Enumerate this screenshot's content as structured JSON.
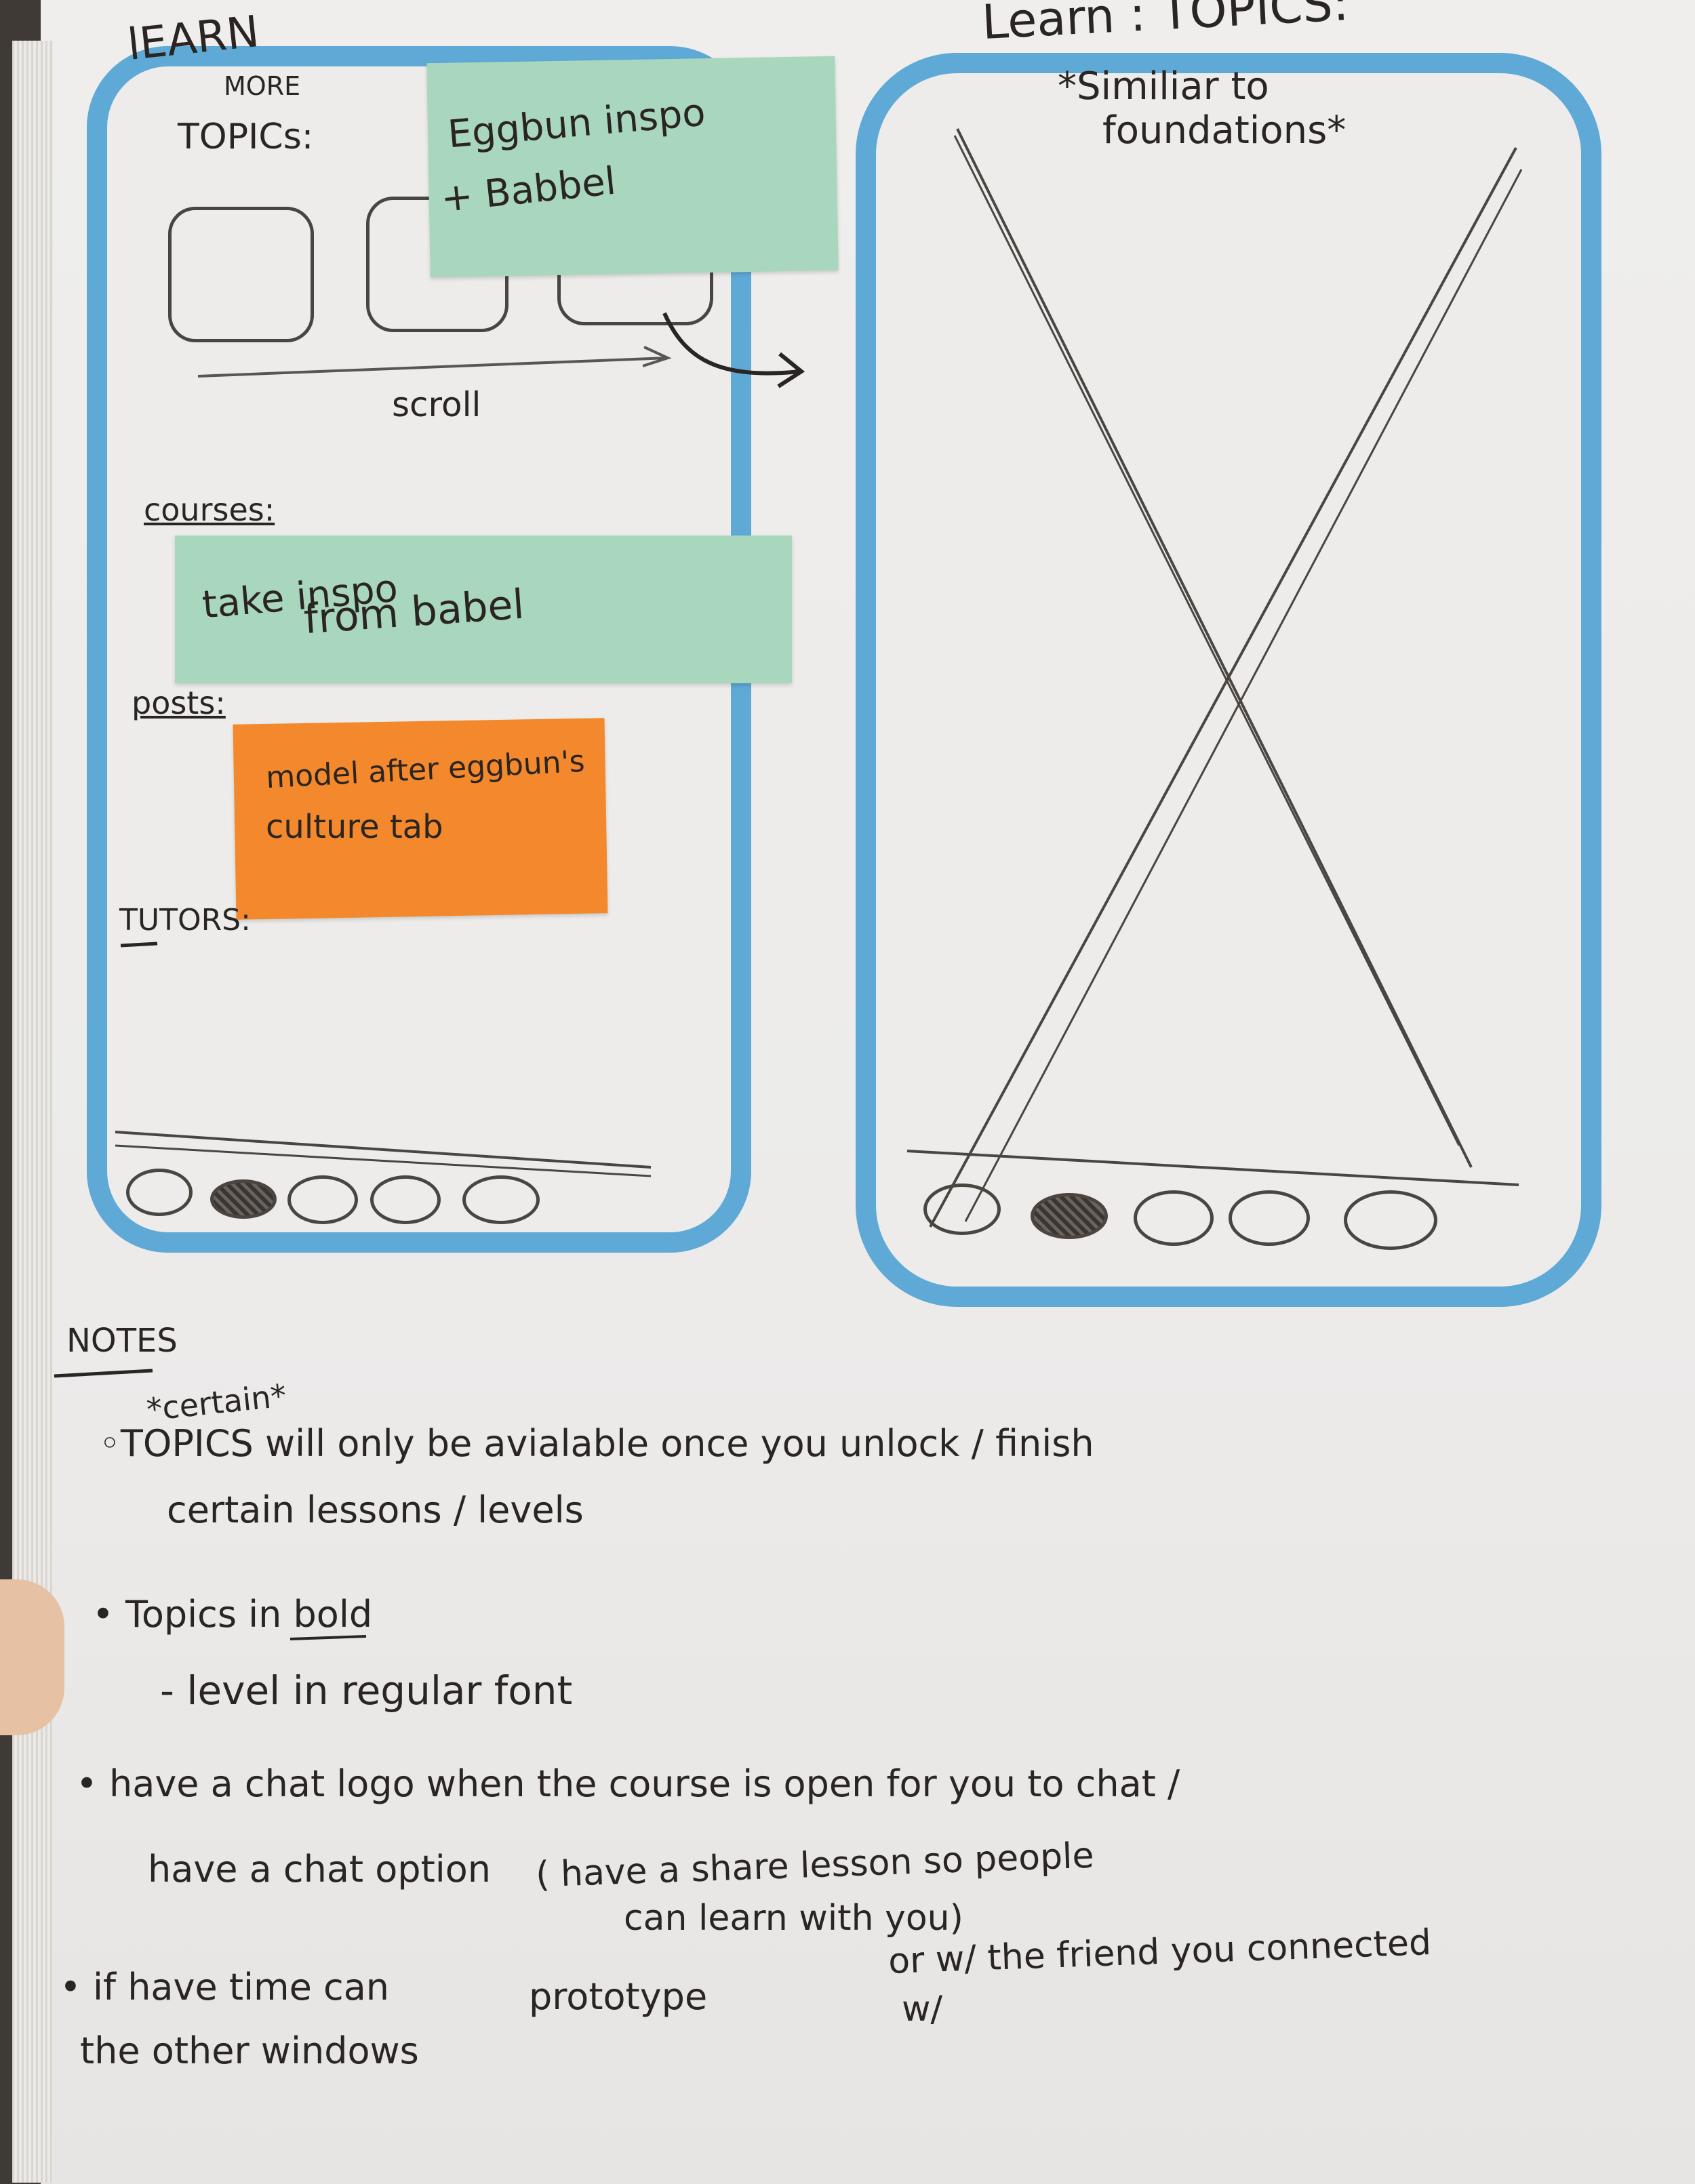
{
  "left_screen": {
    "title": "lEARN",
    "topics_small": "MORE",
    "topics_label": "TOPICs:",
    "sticky1_line1": "Eggbun inspo",
    "sticky1_line2": "+ Babbel",
    "scroll_label": "scroll",
    "courses_label": "courses:",
    "sticky2_line1": "take inspo",
    "sticky2_line2": "from babel",
    "posts_label": "posts:",
    "sticky3_line1": "model after eggbun's",
    "sticky3_line2": "culture tab",
    "tutors_label": "TUTORS:",
    "nav_dots": 5
  },
  "right_screen": {
    "title": "Learn : TOPICS:",
    "note_line1": "*Similiar to",
    "note_line2": "foundations*",
    "nav_dots": 5
  },
  "notes": {
    "heading": "NOTES",
    "certain_mark": "*certain*",
    "n1_line1": "◦TOPICS will only be avialable once you unlock / finish",
    "n1_line2": "certain lessons / levels",
    "n2_line1": "• Topics in bold",
    "n2_line2": "- level in regular font",
    "n3_line1": "• have a chat logo when the course is open for you to chat /",
    "n3_line2": "have a chat option",
    "n3_paren1": "( have a share lesson so people",
    "n3_paren2": "can learn with you)",
    "n3_or": "or w/ the friend you connected",
    "n3_w": "w/",
    "n4_line1": "• if have time can",
    "n4_prototype": "prototype",
    "n4_line2": "the other windows"
  },
  "colors": {
    "phone_outline": "#5ea9d6",
    "sticky_green": "#a9d7bd",
    "sticky_orange": "#f3892c",
    "ink": "#2a2522",
    "pencil": "#4a4541"
  }
}
